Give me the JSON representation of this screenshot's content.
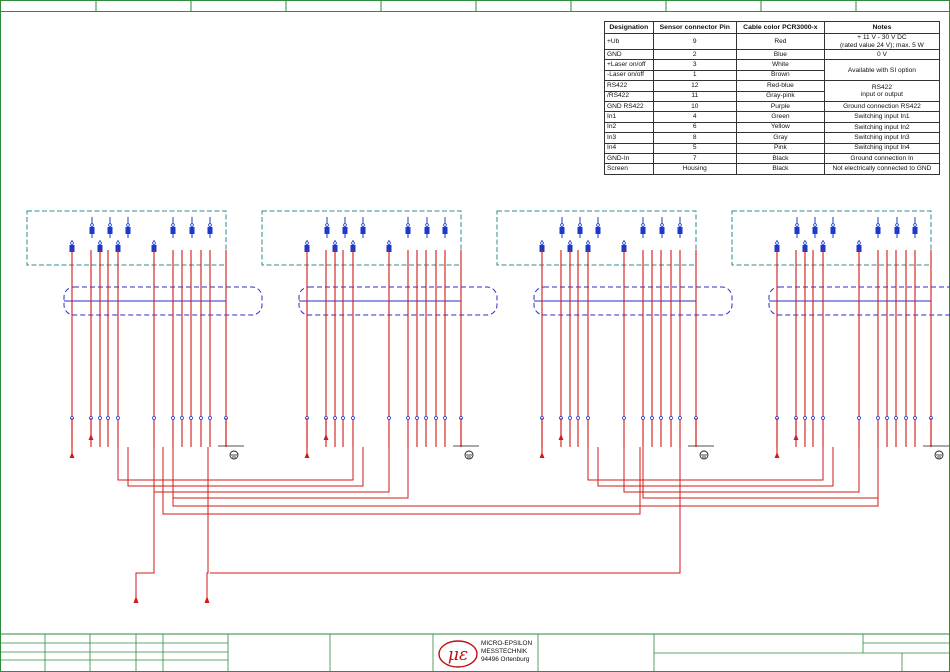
{
  "pin_table": {
    "headers": [
      "Designation",
      "Sensor connector Pin",
      "Cable color PCR3000-x",
      "Notes"
    ],
    "rows": [
      {
        "designation": "+Ub",
        "pin": "9",
        "color": "Red",
        "note": "+ 11 V - 30 V DC",
        "note2": "(rated value 24 V); max. 5 W",
        "span": 1
      },
      {
        "designation": "GND",
        "pin": "2",
        "color": "Blue",
        "note": "0 V",
        "span": 1
      },
      {
        "designation": "+Laser on/off",
        "pin": "3",
        "color": "White",
        "note": "Available with SI option",
        "span": 2,
        "gap": true
      },
      {
        "designation": "-Laser on/off",
        "pin": "1",
        "color": "Brown",
        "span": 0
      },
      {
        "designation": "RS422",
        "pin": "12",
        "color": "Red-blue",
        "note": "RS422",
        "note2": "input or output",
        "span": 2,
        "gap": true
      },
      {
        "designation": "/RS422",
        "pin": "11",
        "color": "Gray-pink",
        "span": 0
      },
      {
        "designation": "GND RS422",
        "pin": "10",
        "color": "Purple",
        "note": "Ground connection RS422",
        "span": 1
      },
      {
        "designation": "In1",
        "pin": "4",
        "color": "Green",
        "note": "Switching input In1",
        "span": 1
      },
      {
        "designation": "In2",
        "pin": "6",
        "color": "Yellow",
        "note": "Switching input In2",
        "span": 1
      },
      {
        "designation": "In3",
        "pin": "8",
        "color": "Gray",
        "note": "Switching input In3",
        "span": 1
      },
      {
        "designation": "In4",
        "pin": "5",
        "color": "Pink",
        "note": "Switching input In4",
        "span": 1
      },
      {
        "designation": "GND-In",
        "pin": "7",
        "color": "Black",
        "note": "Ground connection In",
        "span": 1
      },
      {
        "designation": "Screen",
        "pin": "Housing",
        "color": "Black",
        "note": "Not electrically connected to GND",
        "span": 1,
        "gap": true
      }
    ]
  },
  "title_block": {
    "company_line1": "MICRO-EPSILON",
    "company_line2": "MESSTECHNIK",
    "company_line3": "94496 Ortenburg",
    "logo_symbol": "με"
  },
  "colors": {
    "wire": "#d21a1a",
    "frame": "#2e8b3a",
    "connector_box": "#2a8c8c",
    "cable_shield": "#2b2bcc",
    "pin": "#1a3acc",
    "ground": "#1a1a1a"
  }
}
